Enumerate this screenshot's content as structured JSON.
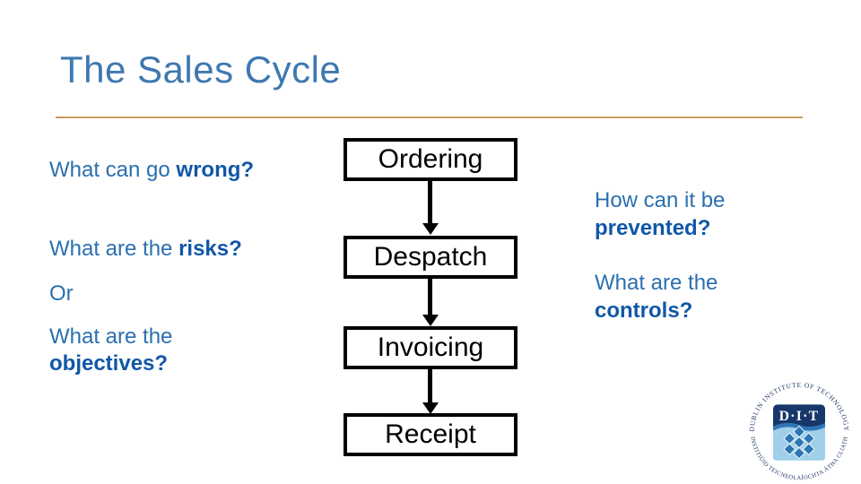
{
  "slide": {
    "title": "The Sales Cycle",
    "left_panel": {
      "q1_regular": "What can go ",
      "q1_bold": "wrong?",
      "q2_regular": "What are the ",
      "q2_bold": "risks?",
      "q3": "Or",
      "q4_regular": "What are the",
      "q4_bold": "objectives?"
    },
    "flowchart": {
      "steps": [
        "Ordering",
        "Despatch",
        "Invoicing",
        "Receipt"
      ]
    },
    "right_panel": {
      "q1_regular": "How can it be",
      "q1_bold": "prevented?",
      "q2_regular": "What are the",
      "q2_bold": "controls?"
    },
    "logo": {
      "arc_top": "DUBLIN INSTITUTE OF TECHNOLOGY",
      "arc_bottom": "INSTITIÚID TEICNEOLAÍOCHTA ÁTHA CLIATH",
      "center": "D·I·T"
    },
    "colors": {
      "title_blue": "#3E78B0",
      "body_blue": "#2B6FB0",
      "bold_blue": "#1157A7",
      "divider_tan": "#C99B62",
      "box_border": "#000000",
      "logo_navy": "#1F3864",
      "logo_band_navy": "#17376B",
      "logo_lightblue": "#9FCFE8",
      "logo_midblue": "#2E75B5",
      "logo_white": "#FFFFFF"
    }
  }
}
